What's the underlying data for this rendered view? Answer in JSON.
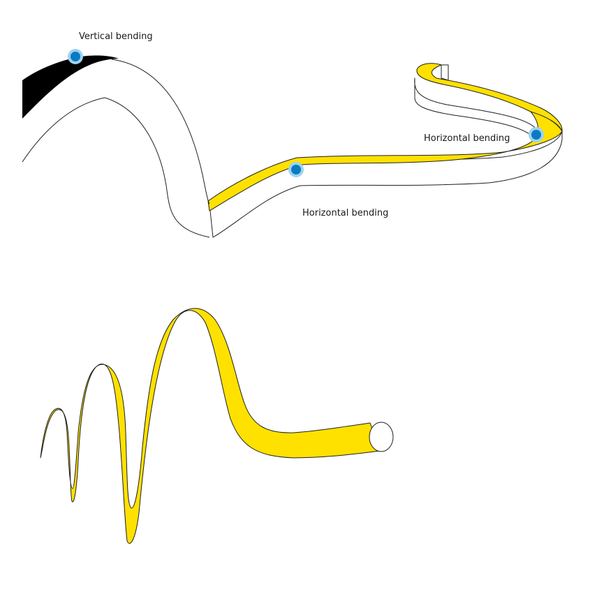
{
  "colors": {
    "strip": "#ffe100",
    "outline": "#1f1f1f",
    "side": "#ffffff",
    "marker": "#0a7bc2",
    "marker_halo": "#9fd2f0",
    "background": "#ffffff"
  },
  "labels": {
    "vertical_bending": "Vertical bending",
    "horizontal_bending_right": "Horizontal bending",
    "horizontal_bending_bottom": "Horizontal bending"
  },
  "markers": [
    {
      "name": "vertical-bend-marker",
      "refers_to": "vertical_bending"
    },
    {
      "name": "horizontal-bend-marker-right",
      "refers_to": "horizontal_bending_right"
    },
    {
      "name": "horizontal-bend-marker-middle",
      "refers_to": "horizontal_bending_bottom"
    }
  ]
}
